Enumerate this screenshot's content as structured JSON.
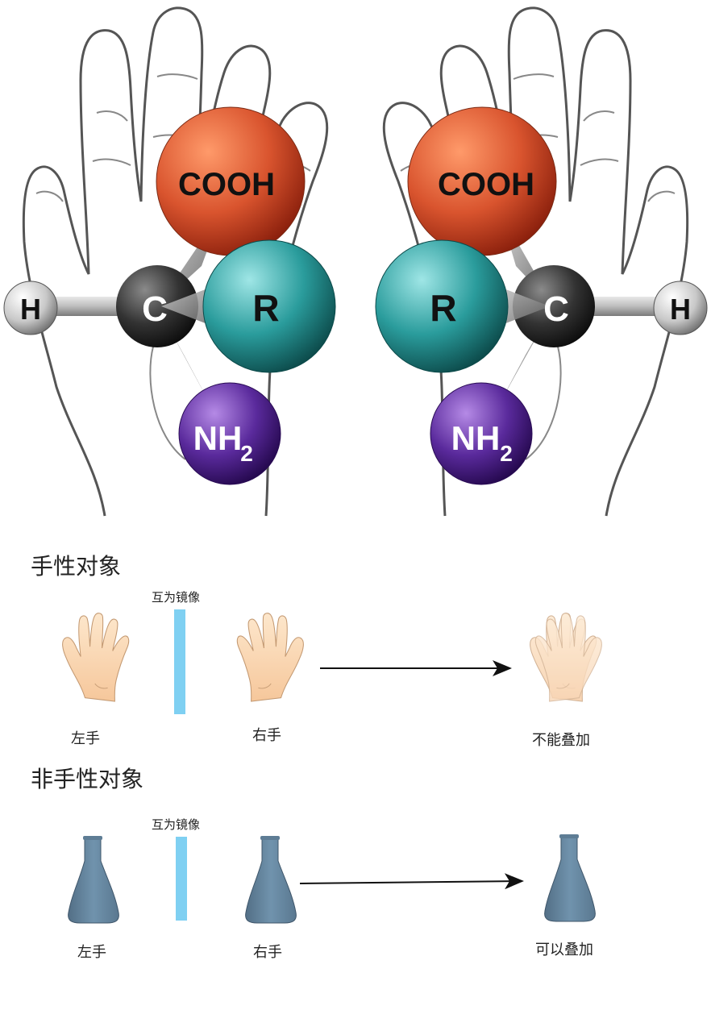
{
  "molecules": [
    {
      "side": "left",
      "atoms": {
        "top": "COOH",
        "center": "C",
        "end": "H",
        "side": "R",
        "bottom_main": "NH",
        "bottom_sub": "2"
      }
    },
    {
      "side": "right",
      "atoms": {
        "top": "COOH",
        "center": "C",
        "end": "H",
        "side": "R",
        "bottom_main": "NH",
        "bottom_sub": "2"
      }
    }
  ],
  "sections": [
    {
      "title": "手性对象",
      "mirror_label": "互为镜像",
      "left_label": "左手",
      "right_label": "右手",
      "result_label": "不能叠加"
    },
    {
      "title": "非手性对象",
      "mirror_label": "互为镜像",
      "left_label": "左手",
      "right_label": "右手",
      "result_label": "可以叠加"
    }
  ],
  "colors": {
    "cooh": "#d9542e",
    "r": "#2a9c9c",
    "c": "#333333",
    "h": "#c8c8c8",
    "nh2": "#5a2a9c",
    "mirror": "#7fd0f2",
    "skin": "#fde0bf",
    "flask": "#6a8ba3"
  },
  "icons": [
    "left-hand-outline-icon",
    "right-hand-outline-icon",
    "hand-icon",
    "flask-icon",
    "arrow-icon",
    "mirror-icon"
  ]
}
